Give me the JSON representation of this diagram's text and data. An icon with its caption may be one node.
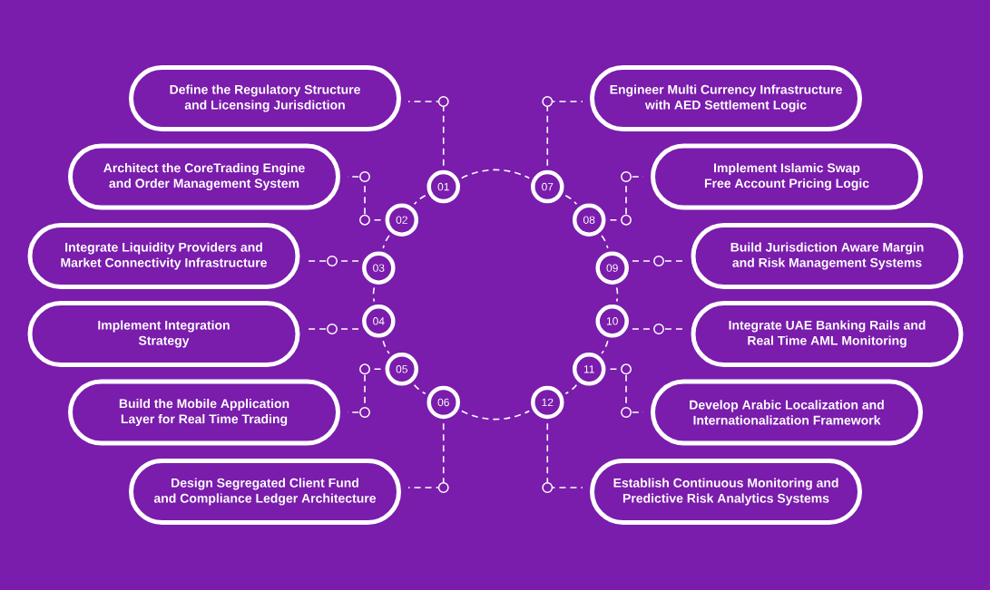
{
  "diagram": {
    "nodes": [
      {
        "text": [
          "01"
        ]
      },
      {
        "text": [
          "Define the Regulatory Structure and Licensing Jurisdiction"
        ]
      },
      {
        "text": [
          "02"
        ]
      },
      {
        "text": [
          "Architect the CoreTrading Engine and Order Management System"
        ]
      },
      {
        "text": [
          "03"
        ]
      },
      {
        "text": [
          "Integrate Liquidity Providers and Market Connectivity Infrastructure"
        ]
      },
      {
        "text": [
          "04"
        ]
      },
      {
        "text": [
          "Implement Integration Strategy"
        ]
      },
      {
        "text": [
          "05"
        ]
      },
      {
        "text": [
          "Build the Mobile Application Layer for Real Time Trading"
        ]
      },
      {
        "text": [
          "06"
        ]
      },
      {
        "text": [
          "Design Segregated Client Fund and Compliance Ledger Architecture"
        ]
      },
      {
        "text": [
          "07"
        ]
      },
      {
        "text": [
          "Engineer Multi Currency Infrastructure with AED Settlement Logic"
        ]
      },
      {
        "text": [
          "08"
        ]
      },
      {
        "text": [
          "Implement Islamic Swap Free Account Pricing Logic"
        ]
      },
      {
        "text": [
          "09"
        ]
      },
      {
        "text": [
          "Build Jurisdiction Aware Margin and Risk Management Systems"
        ]
      },
      {
        "text": [
          "10"
        ]
      },
      {
        "text": [
          "Integrate UAE Banking Rails and Real Time AML Monitoring"
        ]
      },
      {
        "text": [
          "11"
        ]
      },
      {
        "text": [
          "Develop Arabic Localization and Internationalization Framework"
        ]
      },
      {
        "text": [
          "12"
        ]
      },
      {
        "text": [
          "Establish Continuous Monitoring and Predictive Risk Analytics Systems"
        ]
      }
    ],
    "edges": [
      {
        "from": 0,
        "to": 1,
        "arrow": "none",
        "style": "dashed"
      },
      {
        "from": 2,
        "to": 3,
        "arrow": "none",
        "style": "dashed"
      },
      {
        "from": 4,
        "to": 5,
        "arrow": "none",
        "style": "dashed"
      },
      {
        "from": 6,
        "to": 7,
        "arrow": "none",
        "style": "dashed"
      },
      {
        "from": 8,
        "to": 9,
        "arrow": "none",
        "style": "dashed"
      },
      {
        "from": 10,
        "to": 11,
        "arrow": "none",
        "style": "dashed"
      },
      {
        "from": 12,
        "to": 13,
        "arrow": "none",
        "style": "dashed"
      },
      {
        "from": 14,
        "to": 15,
        "arrow": "none",
        "style": "dashed"
      },
      {
        "from": 16,
        "to": 17,
        "arrow": "none",
        "style": "dashed"
      },
      {
        "from": 18,
        "to": 19,
        "arrow": "none",
        "style": "dashed"
      },
      {
        "from": 20,
        "to": 21,
        "arrow": "none",
        "style": "dashed"
      },
      {
        "from": 22,
        "to": 23,
        "arrow": "none",
        "style": "dashed"
      },
      {
        "from": 0,
        "to": 2,
        "arrow": "none",
        "style": "dashed"
      },
      {
        "from": 2,
        "to": 4,
        "arrow": "none",
        "style": "dashed"
      },
      {
        "from": 4,
        "to": 6,
        "arrow": "none",
        "style": "dashed"
      },
      {
        "from": 6,
        "to": 8,
        "arrow": "none",
        "style": "dashed"
      },
      {
        "from": 8,
        "to": 10,
        "arrow": "none",
        "style": "dashed"
      },
      {
        "from": 10,
        "to": 22,
        "arrow": "none",
        "style": "dashed"
      },
      {
        "from": 12,
        "to": 14,
        "arrow": "none",
        "style": "dashed"
      },
      {
        "from": 14,
        "to": 16,
        "arrow": "none",
        "style": "dashed"
      },
      {
        "from": 16,
        "to": 18,
        "arrow": "none",
        "style": "dashed"
      },
      {
        "from": 18,
        "to": 20,
        "arrow": "none",
        "style": "dashed"
      },
      {
        "from": 20,
        "to": 22,
        "arrow": "none",
        "style": "dashed"
      },
      {
        "from": 0,
        "to": 12,
        "arrow": "none",
        "style": "dashed"
      }
    ]
  }
}
